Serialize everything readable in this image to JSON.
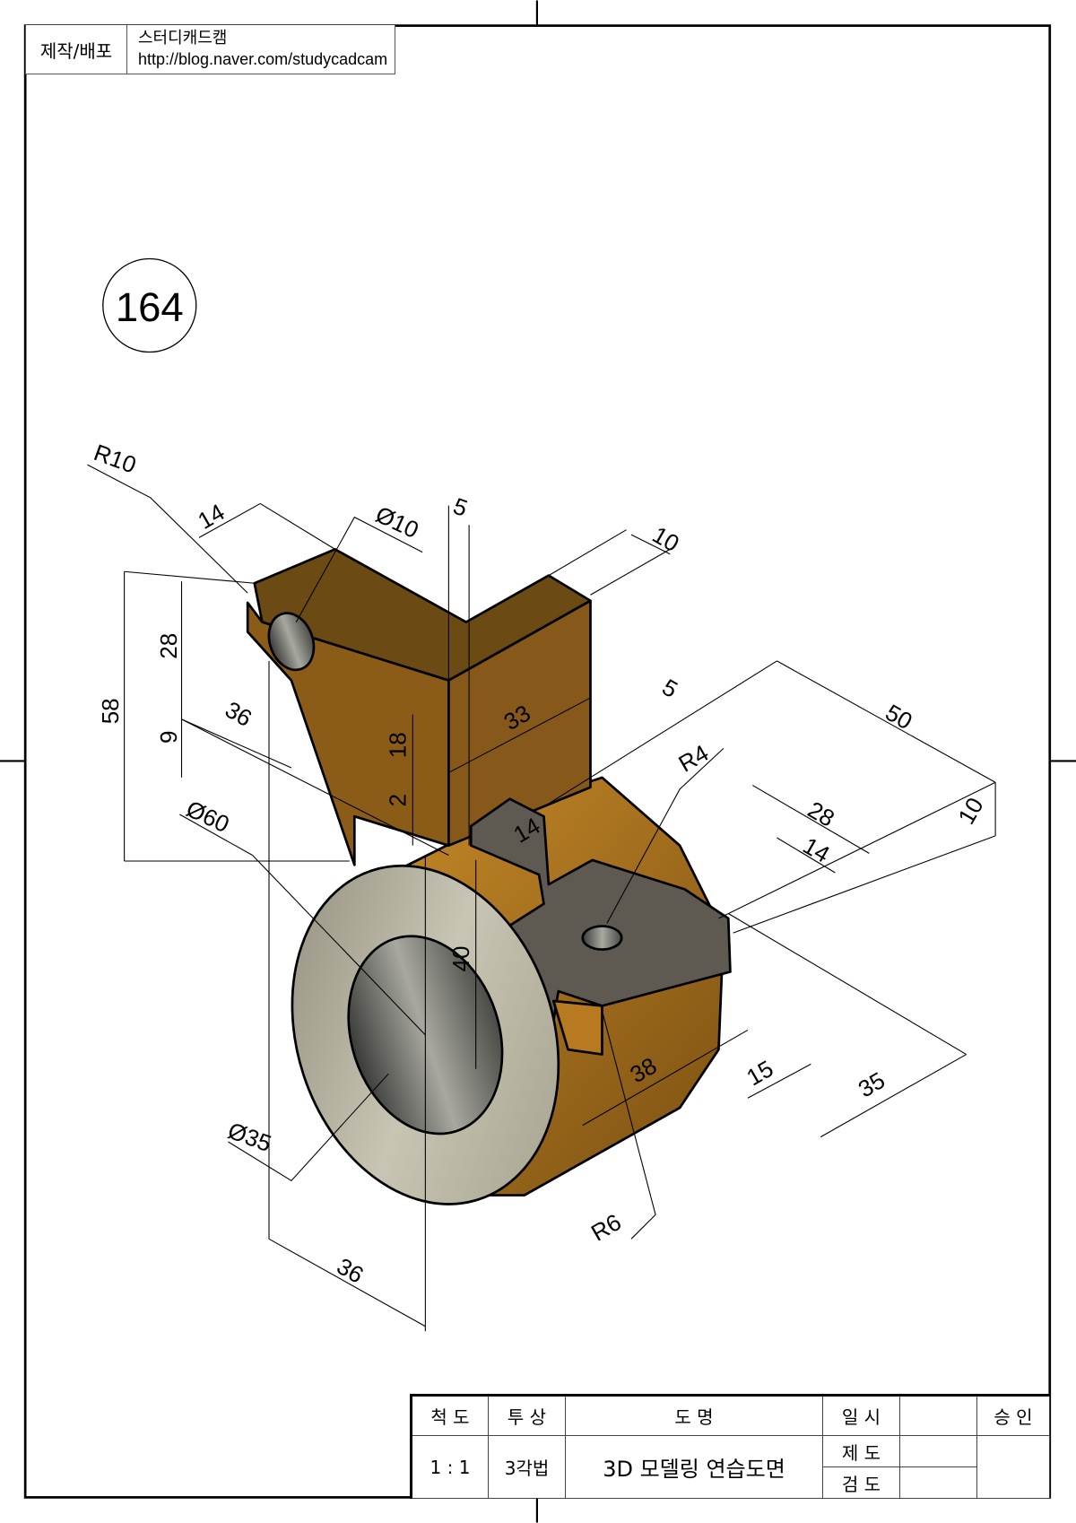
{
  "header": {
    "label": "제작/배포",
    "author": "스터디캐드캠",
    "url": "http://blog.naver.com/studycadcam"
  },
  "drawing_number": "164",
  "dimensions": {
    "r10": "R10",
    "d14_top": "14",
    "dia10": "Ø10",
    "d5_top": "5",
    "d10_top": "10",
    "d58": "58",
    "d28_left": "28",
    "d36_left": "36",
    "d9": "9",
    "d18": "18",
    "d2": "2",
    "d33": "33",
    "d5_right": "5",
    "d50": "50",
    "r4": "R4",
    "d28_right": "28",
    "d10_right": "10",
    "d14_right": "14",
    "d14_mid": "14",
    "dia60": "Ø60",
    "d40": "40",
    "d38": "38",
    "d15": "15",
    "d35": "35",
    "dia35": "Ø35",
    "r6": "R6",
    "d36_bottom": "36"
  },
  "title_block": {
    "scale_label": "척 도",
    "projection_label": "투 상",
    "name_label": "도 명",
    "date_label": "일 시",
    "approve_label": "승 인",
    "scale_value": "1 : 1",
    "projection_value": "3각법",
    "name_value": "3D 모델링 연습도면",
    "drafted_label": "제 도",
    "checked_label": "검 도"
  },
  "colors": {
    "bronze": "#9a6a1c",
    "dark_bronze": "#6b4a14",
    "gray_part": "#5e5a52",
    "face": "#b8b4a4"
  }
}
